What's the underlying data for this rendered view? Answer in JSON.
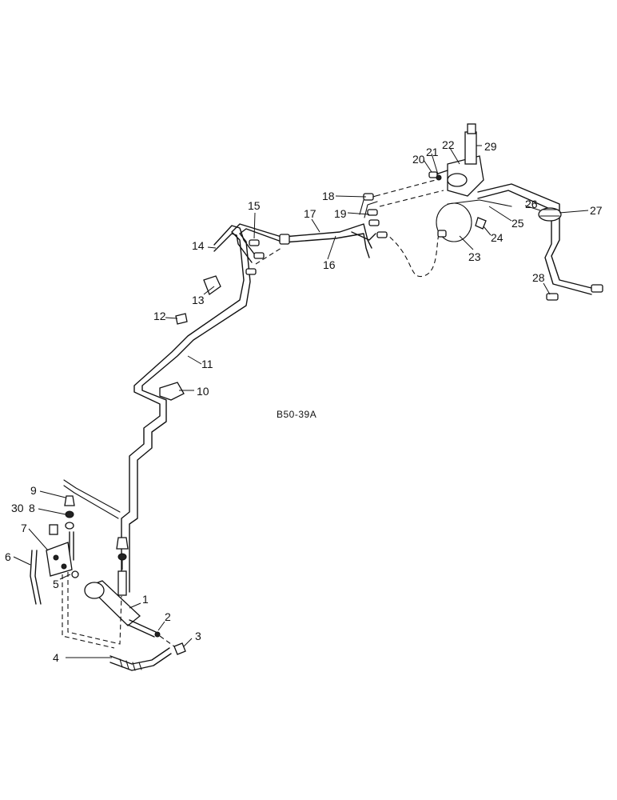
{
  "figure": {
    "reference_code": "B50-39A",
    "callouts": [
      "1",
      "2",
      "3",
      "4",
      "5",
      "6",
      "7",
      "8",
      "9",
      "30",
      "10",
      "11",
      "12",
      "13",
      "14",
      "15",
      "16",
      "17",
      "18",
      "19",
      "20",
      "21",
      "22",
      "29",
      "23",
      "24",
      "25",
      "26",
      "27",
      "28"
    ]
  },
  "colors": {
    "ink": "#111111",
    "paper": "#ffffff"
  }
}
